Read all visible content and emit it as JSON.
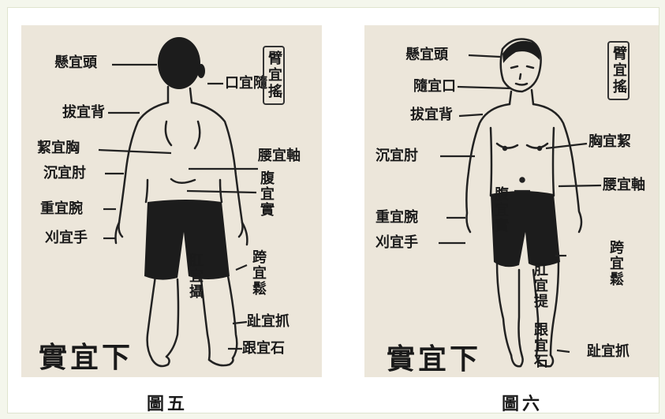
{
  "fig5": {
    "caption": "圖五",
    "head": "懸宜頭",
    "mouth": "口宜隨",
    "arm": "臂宜搖",
    "back": "拔宜背",
    "chest": "絜宜胸",
    "waist": "腰宜軸",
    "elbow": "沉宜肘",
    "abdomen": "腹宜實",
    "wrist": "重宜腕",
    "hand": "刈宜手",
    "crotch": "跨宜鬆",
    "anus": "肛宜攝",
    "toe": "趾宜抓",
    "heel": "跟宜石",
    "bottom": "實宜下"
  },
  "fig6": {
    "caption": "圖六",
    "head": "懸宜頭",
    "mouth": "隨宜口",
    "arm": "臂宜搖",
    "back": "拔宜背",
    "chest": "胸宜絜",
    "elbow": "沉宜肘",
    "waist": "腰宜軸",
    "abdomen": "腹宜實",
    "wrist": "重宜腕",
    "hand": "刈宜手",
    "crotch": "跨宜鬆",
    "anus": "肛宜提",
    "heel": "跟宜石",
    "toe": "趾宜抓",
    "bottom": "實宜下"
  }
}
